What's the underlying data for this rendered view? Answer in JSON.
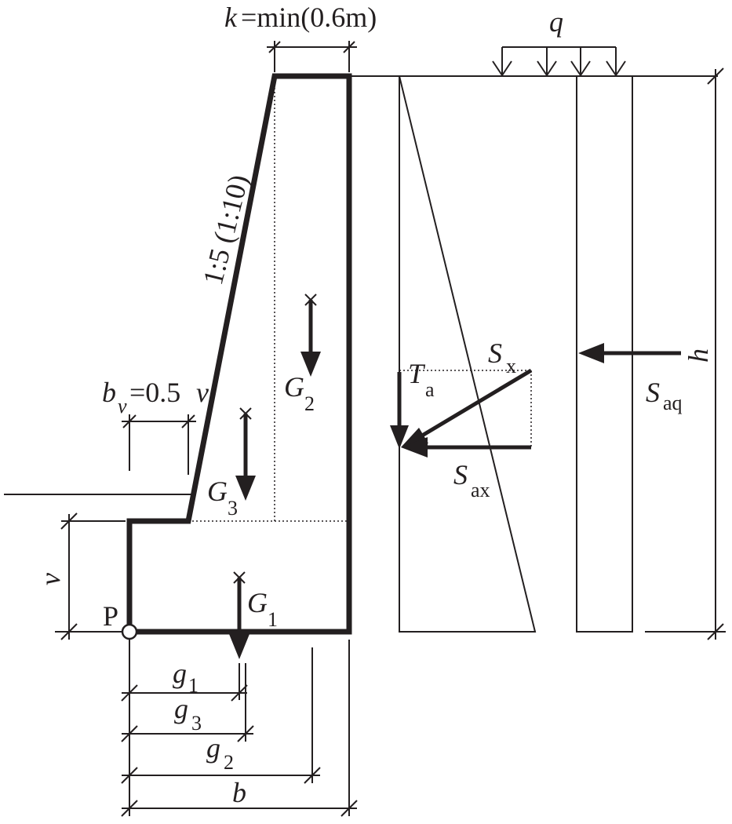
{
  "labels": {
    "k_var": "k",
    "k_expr": "=min(0.6m)",
    "q": "q",
    "slope": "1:5 (1:10)",
    "bv_var": "b",
    "bv_sub": "v",
    "bv_eq": "=0.5",
    "bv_v": "v",
    "G1": "G",
    "G1_sub": "1",
    "G2": "G",
    "G2_sub": "2",
    "G3": "G",
    "G3_sub": "3",
    "Ta": "T",
    "Ta_sub": "a",
    "Sx": "S",
    "Sx_sub": "x",
    "Sax": "S",
    "Sax_sub": "ax",
    "Saq": "S",
    "Saq_sub": "aq",
    "h": "h",
    "v": "v",
    "P": "P",
    "g1": "g",
    "g1_sub": "1",
    "g3": "g",
    "g3_sub": "3",
    "g2": "g",
    "g2_sub": "2",
    "b": "b"
  }
}
